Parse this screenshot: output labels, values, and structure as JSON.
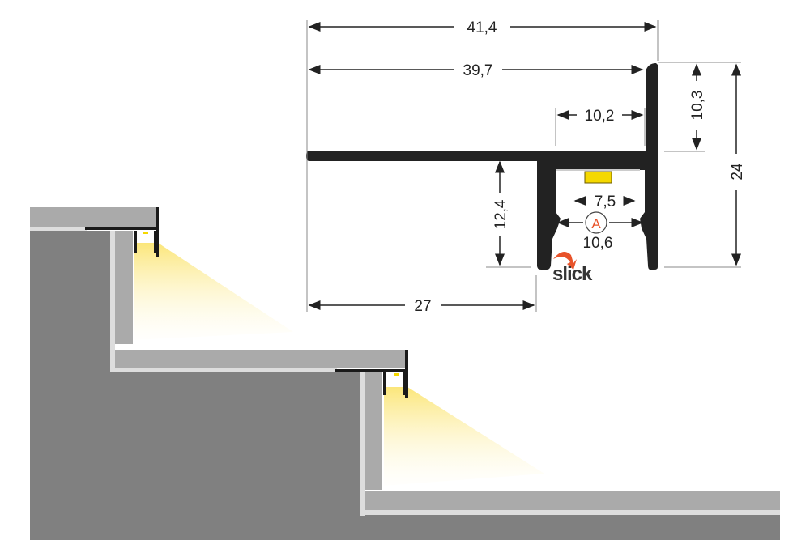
{
  "dimensions": {
    "total_width": "41,4",
    "flange_width": "39,7",
    "channel_top": "10,2",
    "upper_height": "10,3",
    "total_height": "24",
    "channel_depth": "12,4",
    "inner_slot": "7,5",
    "inner_width": "10,6",
    "offset": "27"
  },
  "marker_label": "A",
  "logo_text": "slick",
  "colors": {
    "profile": "#222222",
    "led": "#f5d800",
    "accent": "#e8532a",
    "tread": "#aaaaaa",
    "wall": "#808080",
    "strip": "#dddddd",
    "light": "#fbe98a"
  }
}
